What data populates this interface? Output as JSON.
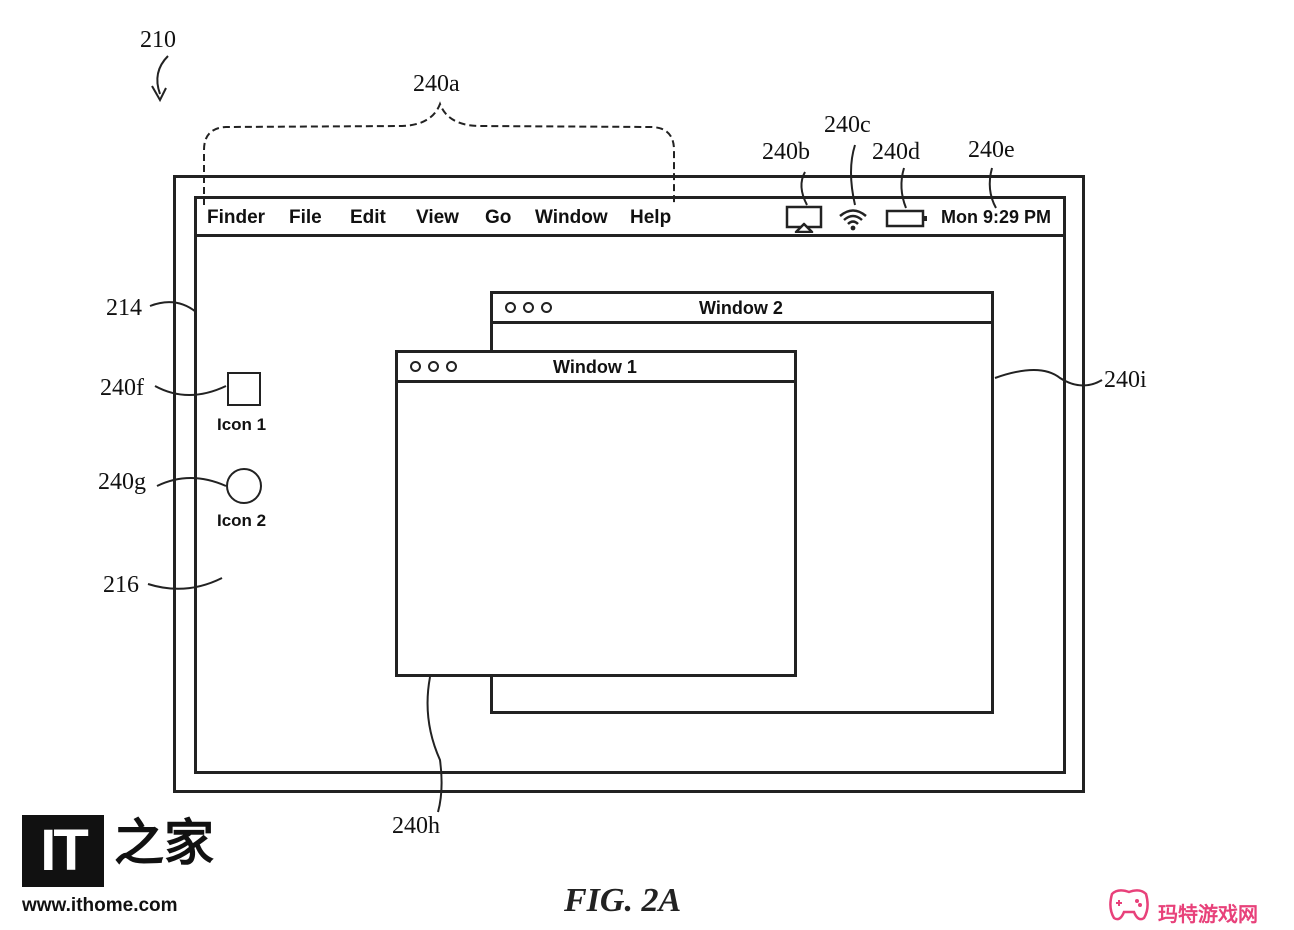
{
  "figure": {
    "caption": "FIG. 2A",
    "refs": {
      "r210": "210",
      "r240a": "240a",
      "r240b": "240b",
      "r240c": "240c",
      "r240d": "240d",
      "r240e": "240e",
      "r214": "214",
      "r240f": "240f",
      "r240g": "240g",
      "r216": "216",
      "r240h": "240h",
      "r240i": "240i"
    }
  },
  "menubar": {
    "items": [
      "Finder",
      "File",
      "Edit",
      "View",
      "Go",
      "Window",
      "Help"
    ],
    "clock": "Mon 9:29 PM",
    "status_icons": [
      "airplay-icon",
      "wifi-icon",
      "battery-icon"
    ]
  },
  "desktop": {
    "icons": [
      {
        "label": "Icon 1",
        "shape": "square-icon"
      },
      {
        "label": "Icon 2",
        "shape": "circle-icon"
      }
    ]
  },
  "windows": [
    {
      "title": "Window 2"
    },
    {
      "title": "Window 1"
    }
  ],
  "watermarks": {
    "logo_text": "IT",
    "logo_cn": "之家",
    "site_url": "www.ithome.com",
    "game_site": "玛特游戏网"
  },
  "colors": {
    "line": "#222222",
    "watermark_accent": "#e8417a"
  }
}
